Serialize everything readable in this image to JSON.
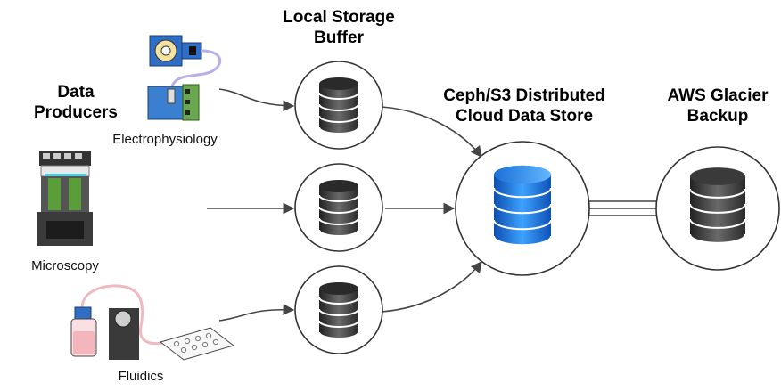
{
  "labels": {
    "data_producers": "Data Producers",
    "local_storage": "Local Storage Buffer",
    "ceph": "Ceph/S3 Distributed Cloud Data Store",
    "glacier": "AWS Glacier Backup"
  },
  "producers": [
    {
      "name": "Electrophysiology",
      "icon": "electrophysiology-icon"
    },
    {
      "name": "Microscopy",
      "icon": "microscope-icon"
    },
    {
      "name": "Fluidics",
      "icon": "fluidics-icon"
    }
  ],
  "colors": {
    "cloud_db": "#1f7fe8",
    "buffer_db": "#3a3a3a",
    "glacier_db": "#2c2c2c",
    "arrow": "#444444",
    "chip_blue": "#3a7fd0",
    "board_green": "#6aa84f",
    "tube_pink": "#f1b9bf"
  }
}
